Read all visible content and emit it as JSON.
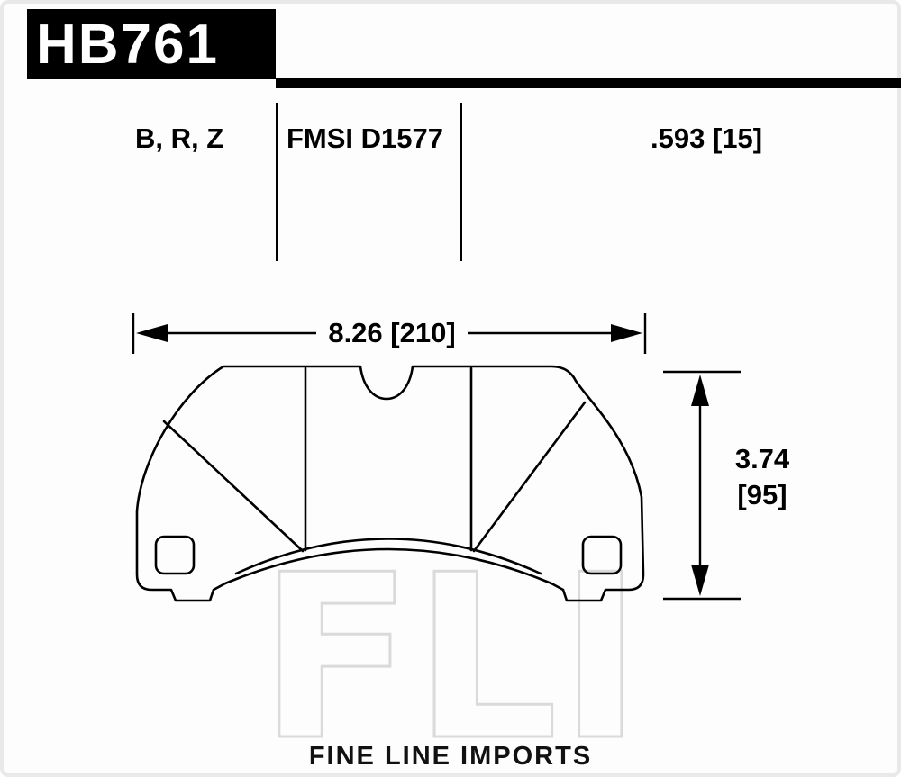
{
  "header": {
    "part_number": "HB761"
  },
  "specs": {
    "compounds": "B, R, Z",
    "fmsi": "FMSI D1577",
    "pad_thickness": ".593 [15]"
  },
  "dimensions": {
    "width": "8.26 [210]",
    "height_in": "3.74",
    "height_mm": "[95]"
  },
  "branding": {
    "watermark": "FLI",
    "footer": "FINE LINE IMPORTS"
  },
  "colors": {
    "ink": "#000000",
    "header_bg": "#000000",
    "header_text": "#ffffff",
    "watermark": "#dadada",
    "page_bg": "#fdfdfd"
  }
}
